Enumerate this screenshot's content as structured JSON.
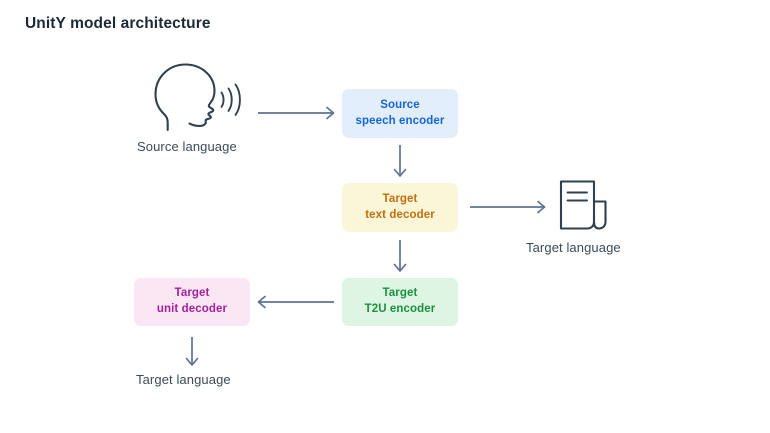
{
  "page": {
    "title": "UnitY model architecture",
    "background_color": "#ffffff"
  },
  "diagram": {
    "type": "flow-diagram",
    "arrow_color": "#5c7291",
    "icon_color": "#2f4050",
    "nodes": [
      {
        "id": "source-speech-encoder",
        "label": "Source\nspeech encoder",
        "fill": "#e3eefc",
        "text_color": "#1565d8"
      },
      {
        "id": "target-text-decoder",
        "label": "Target\ntext decoder",
        "fill": "#fbf6d8",
        "text_color": "#c2700d"
      },
      {
        "id": "target-t2u-encoder",
        "label": "Target\nT2U encoder",
        "fill": "#ddf5e2",
        "text_color": "#1a9141"
      },
      {
        "id": "target-unit-decoder",
        "label": "Target\nunit decoder",
        "fill": "#fbe7f3",
        "text_color": "#a3219b"
      }
    ],
    "captions": [
      {
        "id": "source-language",
        "text": "Source language"
      },
      {
        "id": "target-language-text",
        "text": "Target language"
      },
      {
        "id": "target-language-unit",
        "text": "Target language"
      }
    ],
    "icons": [
      {
        "id": "speaking-head",
        "name": "speaking-head-icon"
      },
      {
        "id": "document",
        "name": "document-icon"
      }
    ],
    "edges": [
      {
        "id": "head-to-source-encoder",
        "direction": "right"
      },
      {
        "id": "source-encoder-to-text-decoder",
        "direction": "down"
      },
      {
        "id": "text-decoder-to-document",
        "direction": "right"
      },
      {
        "id": "text-decoder-to-t2u-encoder",
        "direction": "down"
      },
      {
        "id": "t2u-encoder-to-unit-decoder",
        "direction": "left"
      },
      {
        "id": "unit-decoder-to-target-language",
        "direction": "down"
      }
    ]
  }
}
